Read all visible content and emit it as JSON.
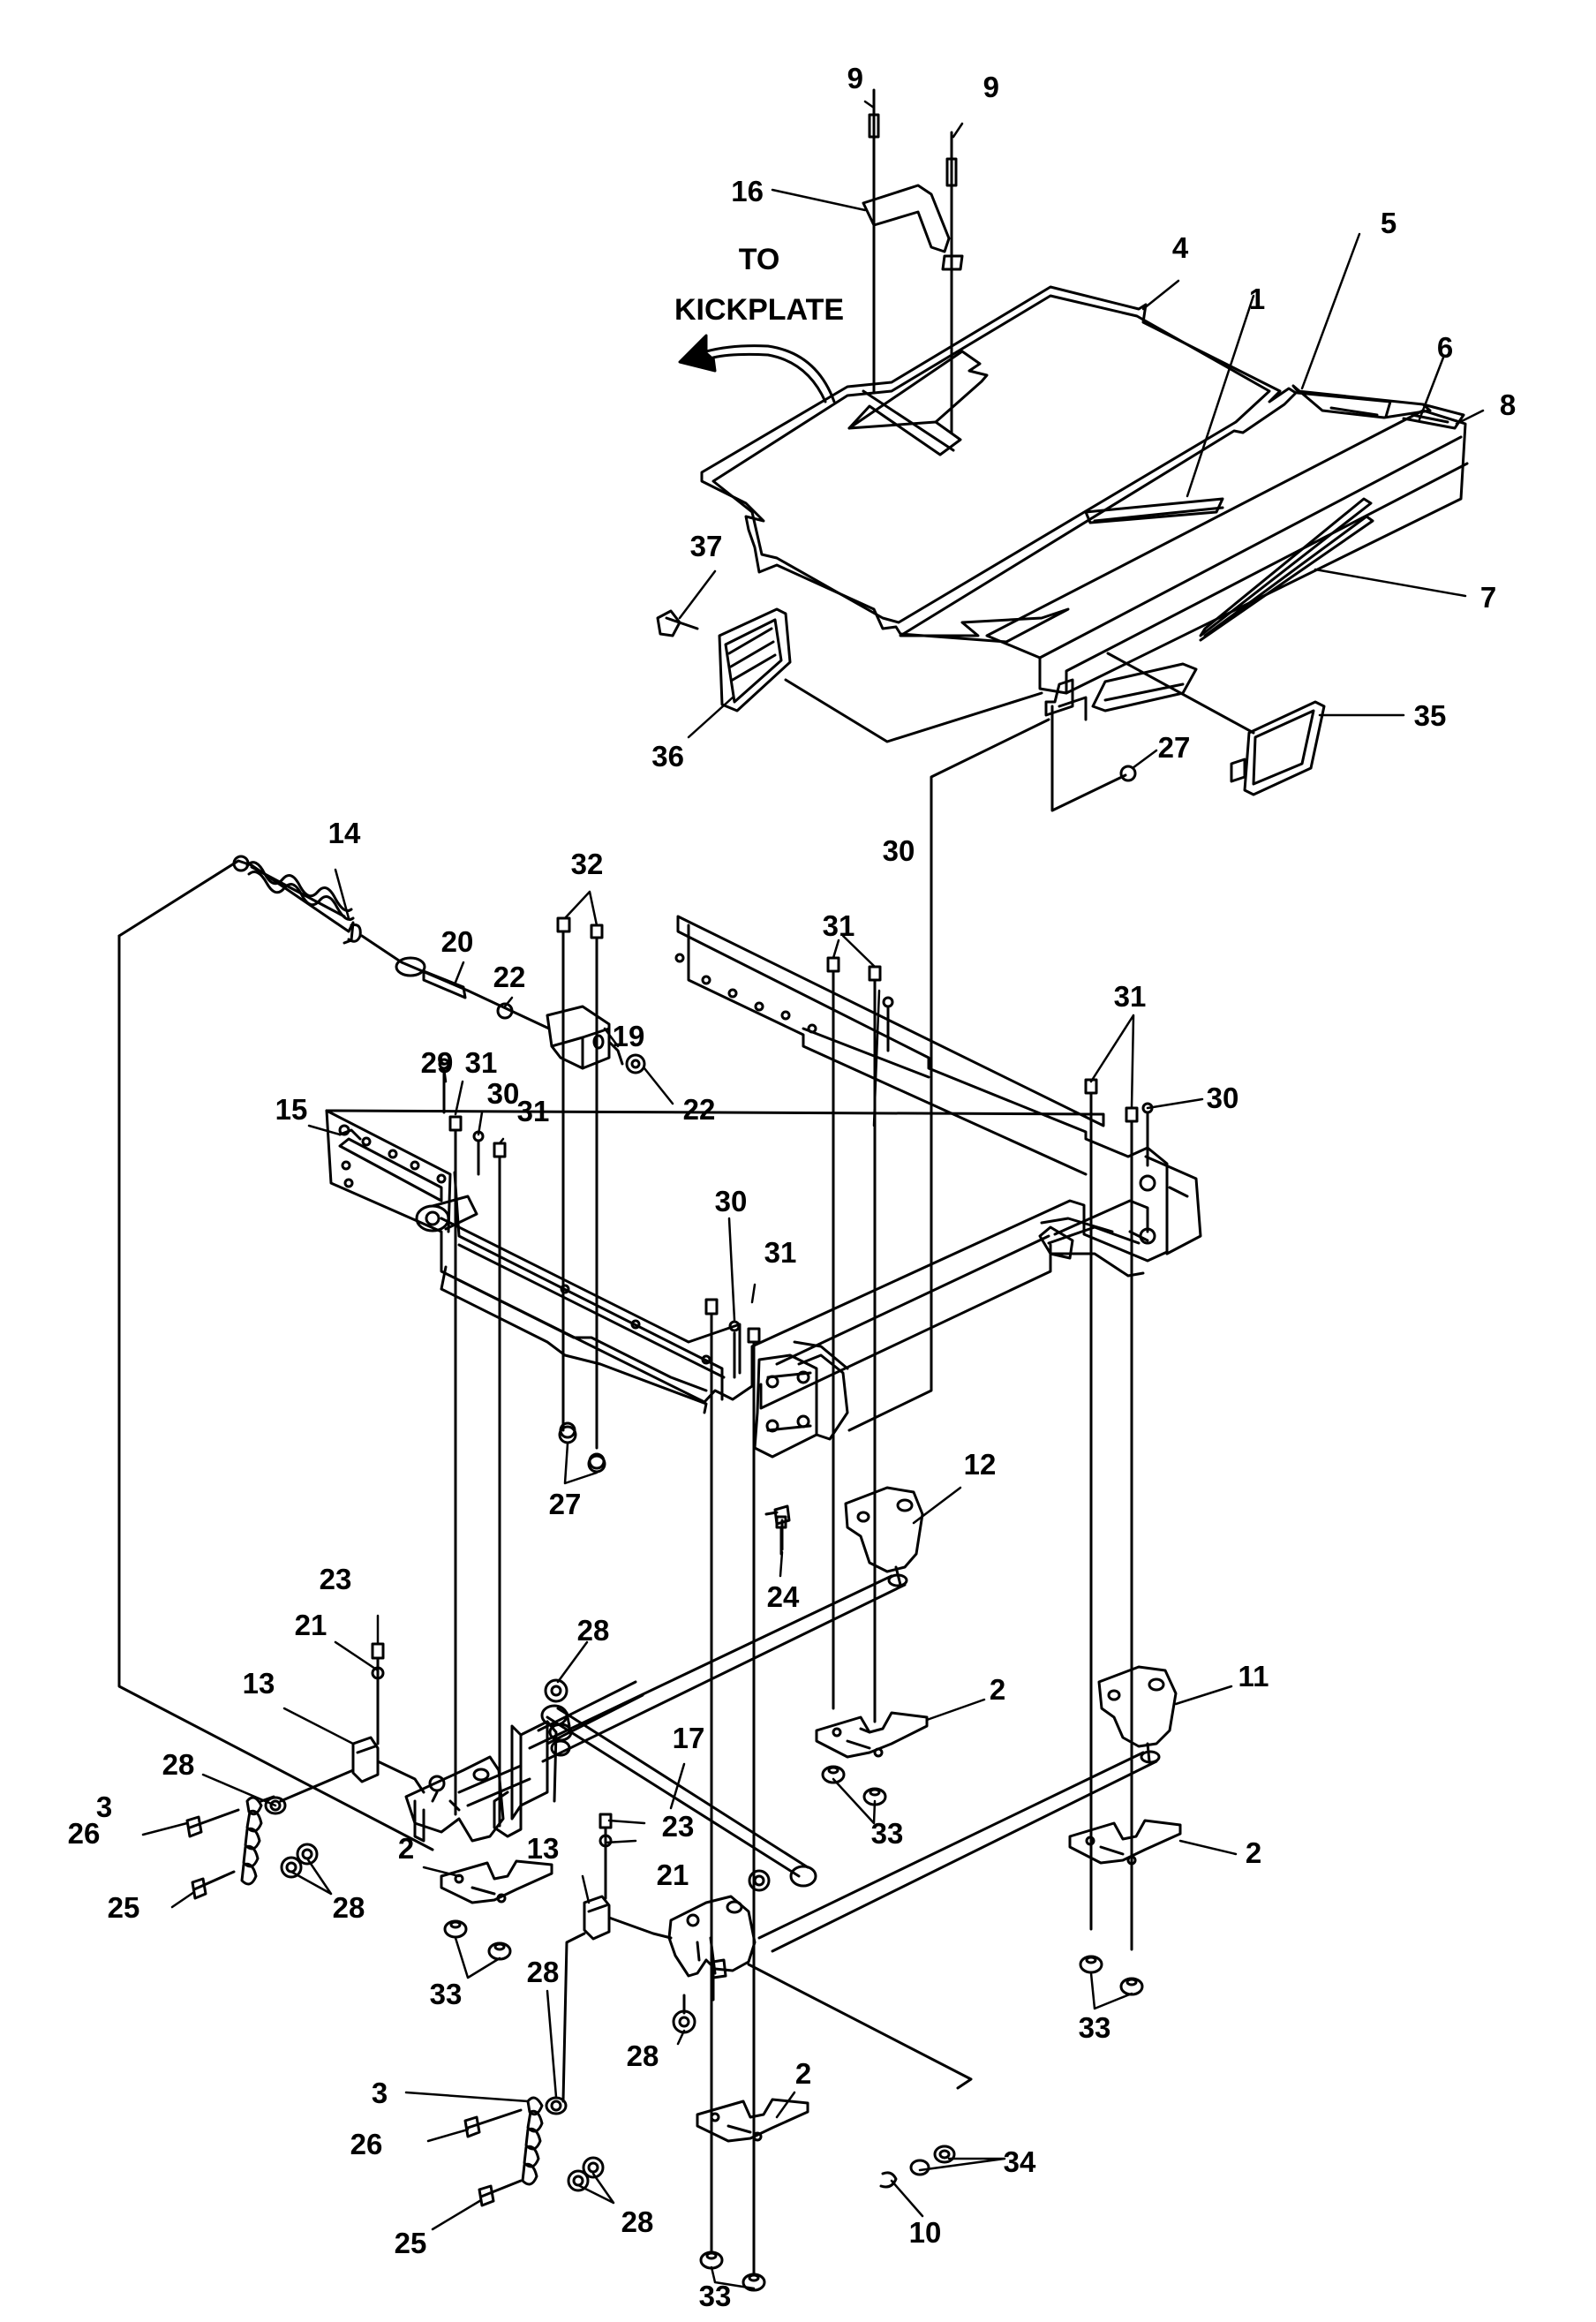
{
  "diagram": {
    "type": "exploded parts diagram",
    "note": {
      "line1": "TO",
      "line2": "KICKPLATE"
    },
    "callouts": {
      "c9a": "9",
      "c9b": "9",
      "c16": "16",
      "c4": "4",
      "c5": "5",
      "c1": "1",
      "c6": "6",
      "c8": "8",
      "c7": "7",
      "c37": "37",
      "c36": "36",
      "c35": "35",
      "c27a": "27",
      "c14": "14",
      "c20": "20",
      "c22a": "22",
      "c32": "32",
      "c19": "19",
      "c22b": "22",
      "c29": "29",
      "c31a": "31",
      "c30a": "30",
      "c31b": "31",
      "c15": "15",
      "c31c": "31",
      "c30b": "30",
      "c31d": "31",
      "c30c": "30",
      "c30d": "30",
      "c31e": "31",
      "c27b": "27",
      "c24": "24",
      "c12": "12",
      "c23a": "23",
      "c21a": "21",
      "c28a": "28",
      "c13a": "13",
      "c11": "11",
      "c17": "17",
      "c2a": "2",
      "c28b": "28",
      "c3a": "3",
      "c26a": "26",
      "c33a": "33",
      "c23b": "23",
      "c21b": "21",
      "c13b": "13",
      "c2b": "2",
      "c2c": "2",
      "c25a": "25",
      "c28c": "28",
      "c33b": "33",
      "c33c": "33",
      "c28d": "28",
      "c3b": "3",
      "c28e": "28",
      "c2d": "2",
      "c26b": "26",
      "c25b": "25",
      "c28f": "28",
      "c33d": "33",
      "c10": "10",
      "c34": "34"
    }
  }
}
